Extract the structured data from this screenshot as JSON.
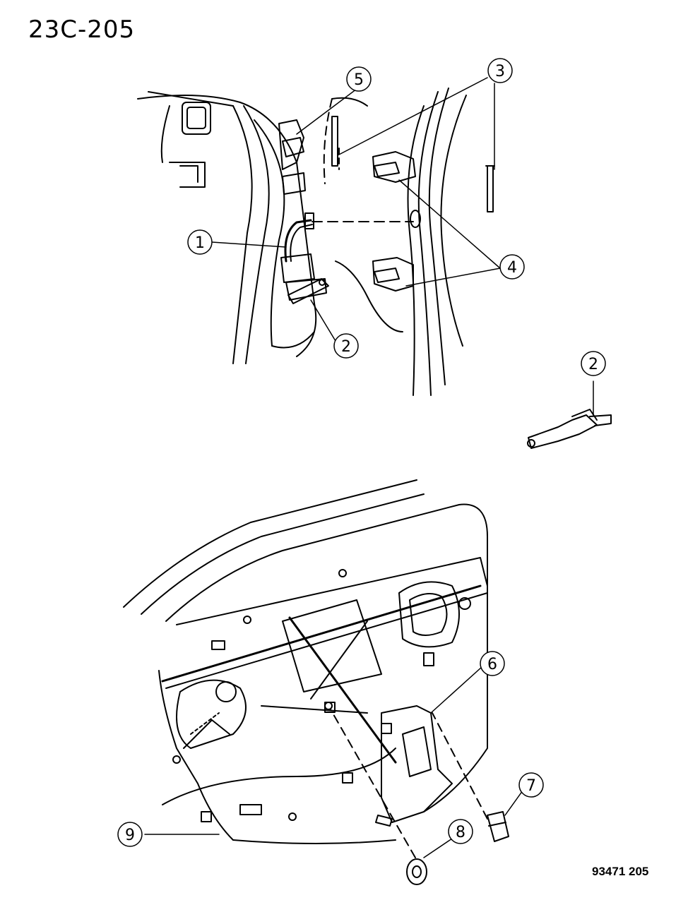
{
  "header": {
    "page_code": "23C-205"
  },
  "footer": {
    "reference_code": "93471 205"
  },
  "callouts": [
    "1",
    "2",
    "3",
    "4",
    "5",
    "2",
    "6",
    "7",
    "8",
    "9"
  ]
}
